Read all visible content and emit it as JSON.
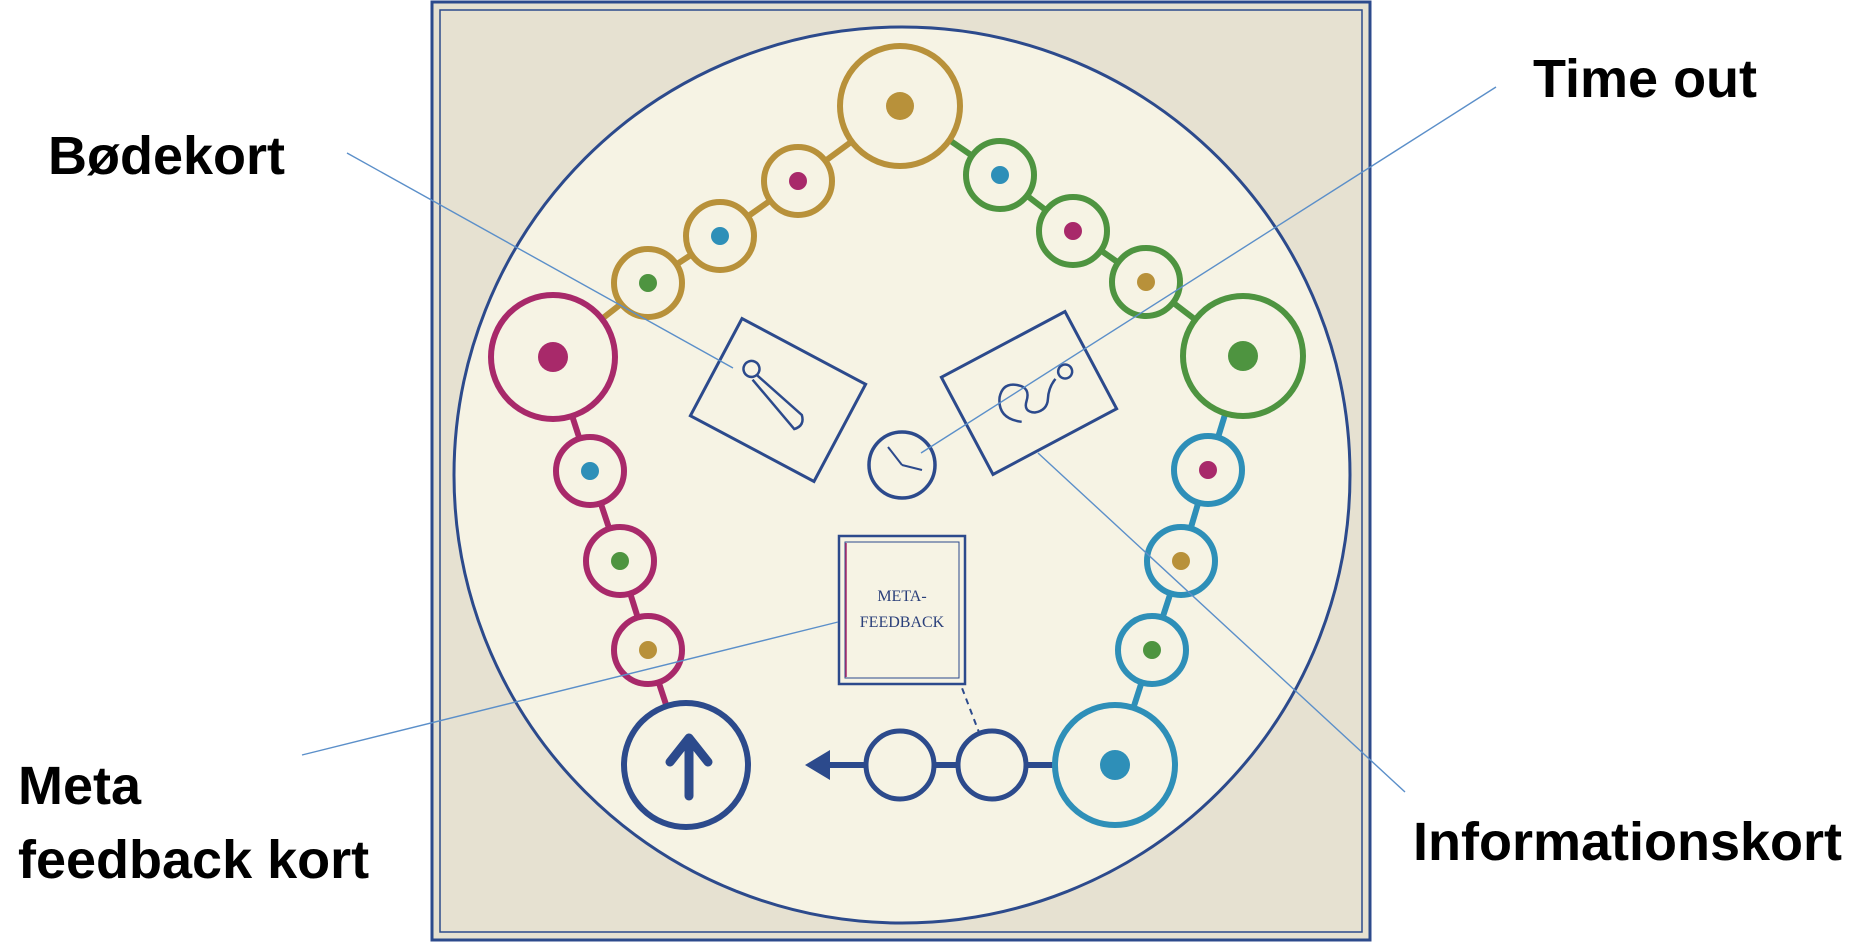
{
  "callouts": {
    "bodekort": "Bødekort",
    "time_out": "Time out",
    "meta_line1": "Meta",
    "meta_line2": "feedback kort",
    "informationskort": "Informationskort"
  },
  "board": {
    "meta_card_line1": "META-",
    "meta_card_line2": "FEEDBACK"
  },
  "colors": {
    "gold": "#b8913a",
    "green": "#4e9440",
    "teal": "#2e8fb8",
    "magenta": "#a8296a",
    "navy": "#2c4a8c",
    "board_bg": "#f6f3e4",
    "frame_bg": "#e6e1d1",
    "leader_line": "#5b8fc9"
  },
  "icons": {
    "penalty_card": "whistle-icon",
    "info_card": "curly-path-icon",
    "time_out": "clock-icon",
    "start": "arrow-up-icon"
  }
}
